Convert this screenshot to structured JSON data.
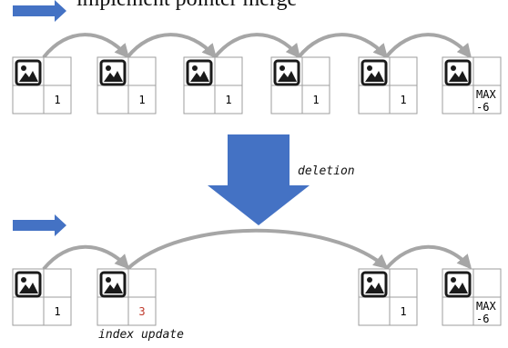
{
  "header": {
    "title_fragment": "implement pointer merge"
  },
  "labels": {
    "deletion": "deletion",
    "index_update": "index update"
  },
  "top_row": {
    "values": [
      "1",
      "1",
      "1",
      "1",
      "1",
      "MAX\n-6"
    ]
  },
  "bottom_row": {
    "values": [
      "1",
      "3",
      "1",
      "MAX\n-6"
    ],
    "highlight_color": "#c0392b"
  },
  "colors": {
    "accent_arrow": "#4472c4",
    "link_arc": "#a6a6a6",
    "cell_border": "#9e9e9e"
  },
  "icons": {
    "node_image": "image-icon"
  }
}
